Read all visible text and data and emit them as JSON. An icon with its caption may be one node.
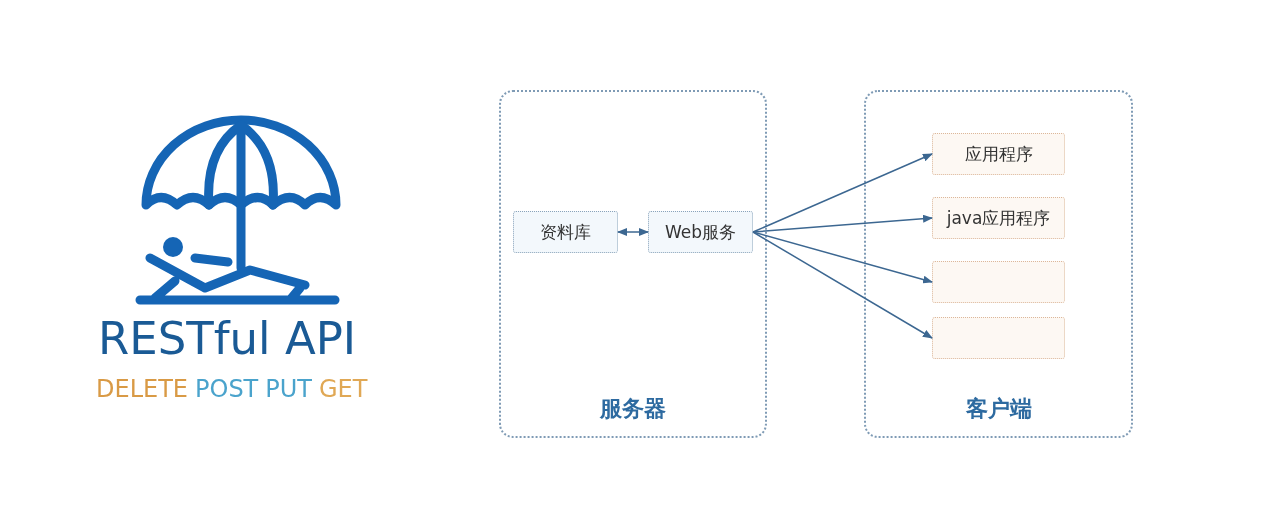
{
  "diagram": {
    "title": "RESTful API",
    "nodes": [
      {
        "text": [
          "服务器"
        ]
      },
      {
        "text": [
          "资料库"
        ],
        "in": 0
      },
      {
        "text": [
          "Web服务"
        ],
        "in": 0
      },
      {
        "text": [
          "客户端"
        ]
      },
      {
        "text": [
          "应用程序"
        ],
        "in": 3
      },
      {
        "text": [
          "java应用程序"
        ],
        "in": 3
      },
      {
        "text": [],
        "shape": "box",
        "in": 3
      },
      {
        "text": [],
        "shape": "box",
        "in": 3
      }
    ],
    "edges": [
      {
        "from": 1,
        "to": 2,
        "arrow": "both"
      },
      {
        "from": 2,
        "to": 4,
        "arrow": "to"
      },
      {
        "from": 2,
        "to": 5,
        "arrow": "to"
      },
      {
        "from": 2,
        "to": 6,
        "arrow": "to"
      },
      {
        "from": 2,
        "to": 7,
        "arrow": "to"
      }
    ],
    "labels": [
      "DELETE",
      "POST",
      "PUT",
      "GET"
    ]
  }
}
